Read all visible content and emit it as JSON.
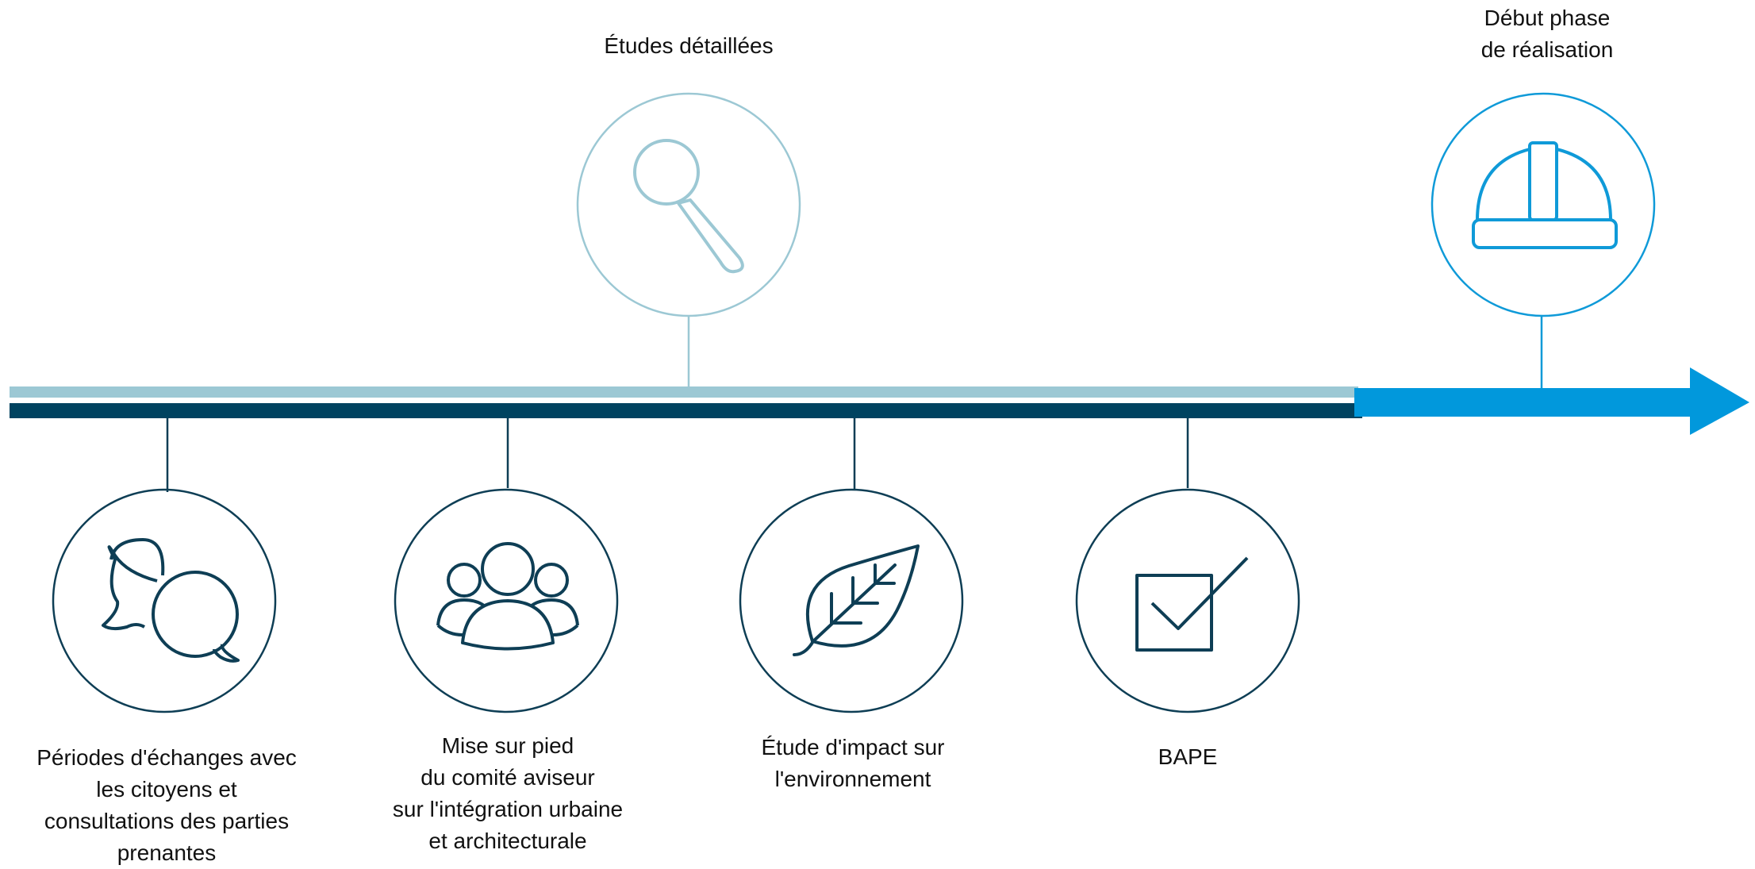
{
  "timeline": {
    "colors": {
      "top_bar": "#9CC8D4",
      "bottom_bar": "#004360",
      "arrow": "#0198DC",
      "top_circle_stroke": "#9CC8D4",
      "top_icon_stroke": "#9CC8D4",
      "bottom_circle_stroke": "#0E3E55",
      "future_circle_stroke": "#0F9AD8"
    },
    "top_milestones": [
      {
        "icon": "magnifier-icon",
        "lines": [
          "Études détaillées"
        ]
      },
      {
        "icon": "hard-hat-icon",
        "lines": [
          "Début phase",
          "de réalisation"
        ]
      }
    ],
    "bottom_milestones": [
      {
        "icon": "speech-bubbles-icon",
        "lines": [
          "Périodes d'échanges avec",
          "les citoyens et",
          "consultations des parties",
          "prenantes"
        ]
      },
      {
        "icon": "group-people-icon",
        "lines": [
          "Mise sur pied",
          "du comité aviseur",
          "sur l'intégration urbaine",
          "et architecturale"
        ]
      },
      {
        "icon": "leaf-icon",
        "lines": [
          "Étude d'impact sur",
          "l'environnement"
        ]
      },
      {
        "icon": "checkbox-icon",
        "lines": [
          "BAPE"
        ]
      }
    ]
  }
}
